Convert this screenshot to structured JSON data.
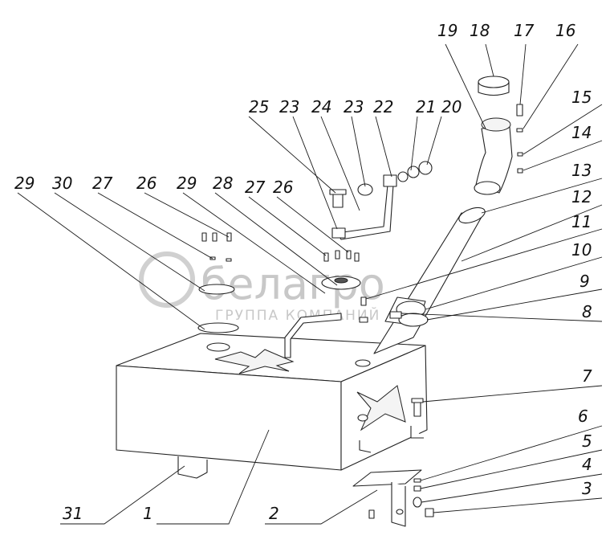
{
  "watermark": {
    "brand": "белагро",
    "subtitle": "ГРУППА КОМПАНИЙ"
  },
  "callouts": [
    {
      "id": "c1",
      "label": "1"
    },
    {
      "id": "c2",
      "label": "2"
    },
    {
      "id": "c3",
      "label": "3"
    },
    {
      "id": "c4",
      "label": "4"
    },
    {
      "id": "c5",
      "label": "5"
    },
    {
      "id": "c6",
      "label": "6"
    },
    {
      "id": "c7",
      "label": "7"
    },
    {
      "id": "c8",
      "label": "8"
    },
    {
      "id": "c9",
      "label": "9"
    },
    {
      "id": "c10",
      "label": "10"
    },
    {
      "id": "c11",
      "label": "11"
    },
    {
      "id": "c12",
      "label": "12"
    },
    {
      "id": "c13",
      "label": "13"
    },
    {
      "id": "c14",
      "label": "14"
    },
    {
      "id": "c15",
      "label": "15"
    },
    {
      "id": "c16",
      "label": "16"
    },
    {
      "id": "c17",
      "label": "17"
    },
    {
      "id": "c18",
      "label": "18"
    },
    {
      "id": "c19",
      "label": "19"
    },
    {
      "id": "c20",
      "label": "20"
    },
    {
      "id": "c21",
      "label": "21"
    },
    {
      "id": "c22",
      "label": "22"
    },
    {
      "id": "c23a",
      "label": "23"
    },
    {
      "id": "c24",
      "label": "24"
    },
    {
      "id": "c23b",
      "label": "23"
    },
    {
      "id": "c25",
      "label": "25"
    },
    {
      "id": "c26a",
      "label": "26"
    },
    {
      "id": "c27a",
      "label": "27"
    },
    {
      "id": "c28",
      "label": "28"
    },
    {
      "id": "c29a",
      "label": "29"
    },
    {
      "id": "c26b",
      "label": "26"
    },
    {
      "id": "c27b",
      "label": "27"
    },
    {
      "id": "c30",
      "label": "30"
    },
    {
      "id": "c29b",
      "label": "29"
    },
    {
      "id": "c31",
      "label": "31"
    }
  ]
}
